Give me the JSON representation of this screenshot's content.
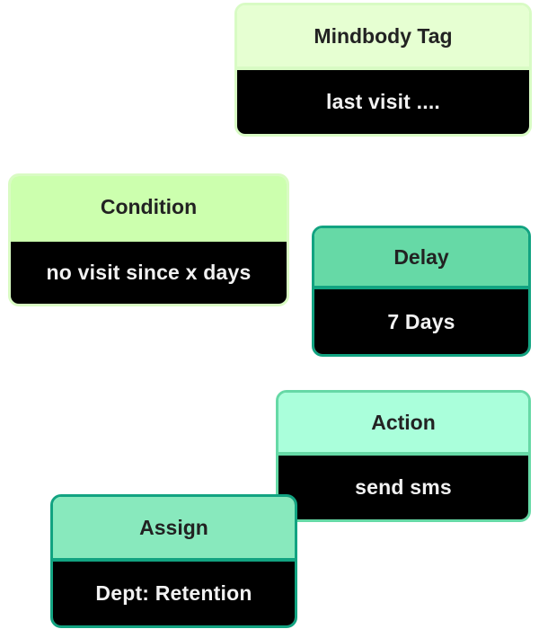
{
  "nodes": {
    "mindbody": {
      "title": "Mindbody Tag",
      "body": "last visit ...."
    },
    "condition": {
      "title": "Condition",
      "body": "no visit since x days"
    },
    "delay": {
      "title": "Delay",
      "body": "7 Days"
    },
    "action": {
      "title": "Action",
      "body": "send sms"
    },
    "assign": {
      "title": "Assign",
      "body": "Dept: Retention"
    }
  },
  "colors": {
    "lime_light": "#e6ffd2",
    "lime": "#ccffae",
    "green_mid": "#66d9a6",
    "mint": "#aaffdb",
    "green_soft": "#88e9bd",
    "teal_dark": "#12a381",
    "body_bg": "#000000",
    "body_text": "#f2f2f2",
    "title_text": "#222222"
  }
}
